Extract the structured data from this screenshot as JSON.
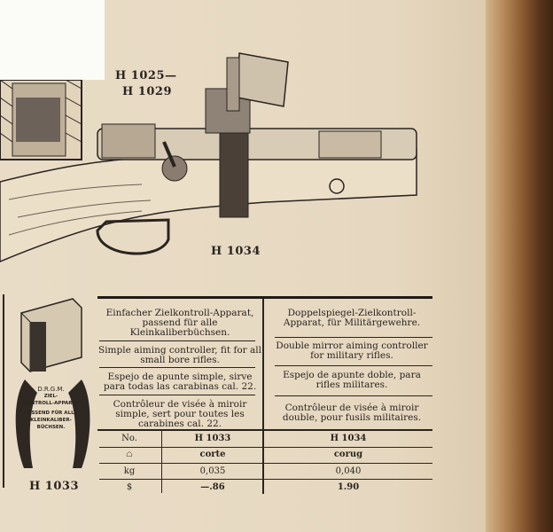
{
  "labels": {
    "range": "H 1025—",
    "range_end": "H 1029",
    "rifle": "H 1034",
    "device": "H 1033"
  },
  "device_engraving": [
    "D.R.G.M.",
    "ZIEL-",
    "KONTROLL-APPARAT",
    "PASSEND FÜR ALLE",
    "KLEINKALIBER-",
    "BÜCHSEN."
  ],
  "descriptions": {
    "h1033": {
      "de": "Einfacher Zielkontroll-Apparat, passend für alle Kleinkaliberbüchsen.",
      "en": "Simple aiming controller, fit for all small bore rifles.",
      "es": "Espejo de apunte simple, sirve para todas las carabinas cal. 22.",
      "fr": "Contrôleur de visée à miroir simple, sert pour toutes les carabines cal. 22."
    },
    "h1034": {
      "de": "Doppelspiegel-Zielkontroll-Apparat, für Militärgewehre.",
      "en": "Double mirror aiming controller for military rifles.",
      "es": "Espejo de apunte doble, para rifles militares.",
      "fr": "Contrôleur de visée à miroir double, pour fusils militaires."
    }
  },
  "spec_table": {
    "rows": [
      {
        "label": "No.",
        "h1033": "H 1033",
        "h1034": "H 1034"
      },
      {
        "label": "⌂",
        "h1033": "corte",
        "h1034": "corug"
      },
      {
        "label": "kg",
        "h1033": "0,035",
        "h1034": "0,040"
      },
      {
        "label": "$",
        "h1033": "—.86",
        "h1034": "1.90"
      }
    ]
  }
}
